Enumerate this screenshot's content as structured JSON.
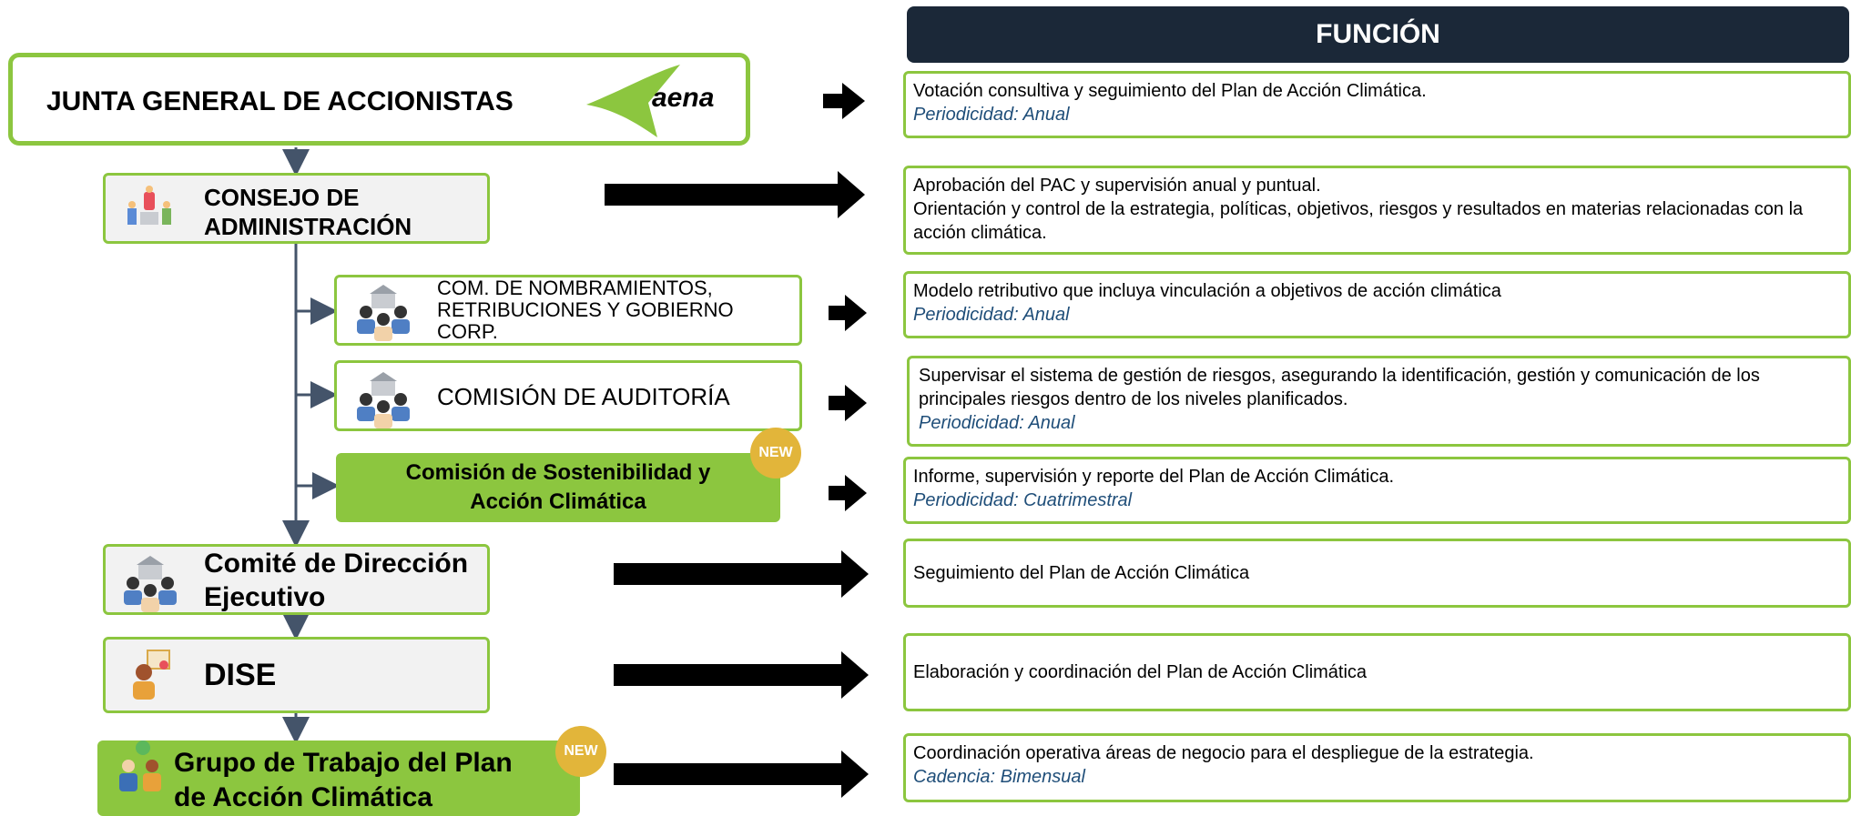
{
  "header": {
    "title": "FUNCIÓN"
  },
  "colors": {
    "accent": "#8cc63f",
    "header_bg": "#1b2838",
    "badge": "#e2b53a",
    "connector": "#44546a",
    "period_text": "#1f4e79"
  },
  "nodes": {
    "junta": {
      "title": "JUNTA GENERAL DE ACCIONISTAS",
      "logo_text": "aena"
    },
    "consejo": {
      "title": "CONSEJO DE ADMINISTRACIÓN",
      "icon": "board-people-icon"
    },
    "nombramientos": {
      "title": "COM. DE NOMBRAMIENTOS, RETRIBUCIONES Y GOBIERNO CORP.",
      "icon": "committee-building-icon"
    },
    "auditoria": {
      "title": "COMISIÓN DE AUDITORÍA",
      "icon": "committee-building-icon"
    },
    "sostenibilidad": {
      "title": "Comisión de Sostenibilidad y Acción Climática",
      "badge": "NEW"
    },
    "comite": {
      "title": "Comité de Dirección Ejecutivo",
      "icon": "committee-building-icon"
    },
    "dise": {
      "title": "DISE",
      "icon": "manager-certificate-icon"
    },
    "grupo": {
      "title": "Grupo de Trabajo del Plan de Acción Climática",
      "badge": "NEW",
      "icon": "team-globe-icon"
    }
  },
  "functions": [
    {
      "main": "Votación consultiva y seguimiento del Plan de Acción Climática.",
      "period": "Periodicidad: Anual"
    },
    {
      "main": "Aprobación del PAC y supervisión anual y puntual.\nOrientación y control de la estrategia, políticas, objetivos, riesgos y resultados en materias relacionadas con la acción climática.",
      "period": ""
    },
    {
      "main": "Modelo retributivo que incluya vinculación a objetivos de acción climática",
      "period": "Periodicidad: Anual"
    },
    {
      "main": "Supervisar el sistema de gestión de riesgos, asegurando la identificación, gestión y comunicación de los principales riesgos dentro de los niveles planificados.",
      "period": "Periodicidad: Anual"
    },
    {
      "main": "Informe, supervisión y reporte del Plan de Acción Climática.",
      "period": "Periodicidad: Cuatrimestral"
    },
    {
      "main": "Seguimiento del Plan de Acción Climática",
      "period": ""
    },
    {
      "main": "Elaboración y coordinación del Plan de Acción Climática",
      "period": ""
    },
    {
      "main": "Coordinación operativa áreas de negocio para el despliegue de la estrategia.",
      "period": "Cadencia: Bimensual"
    }
  ]
}
